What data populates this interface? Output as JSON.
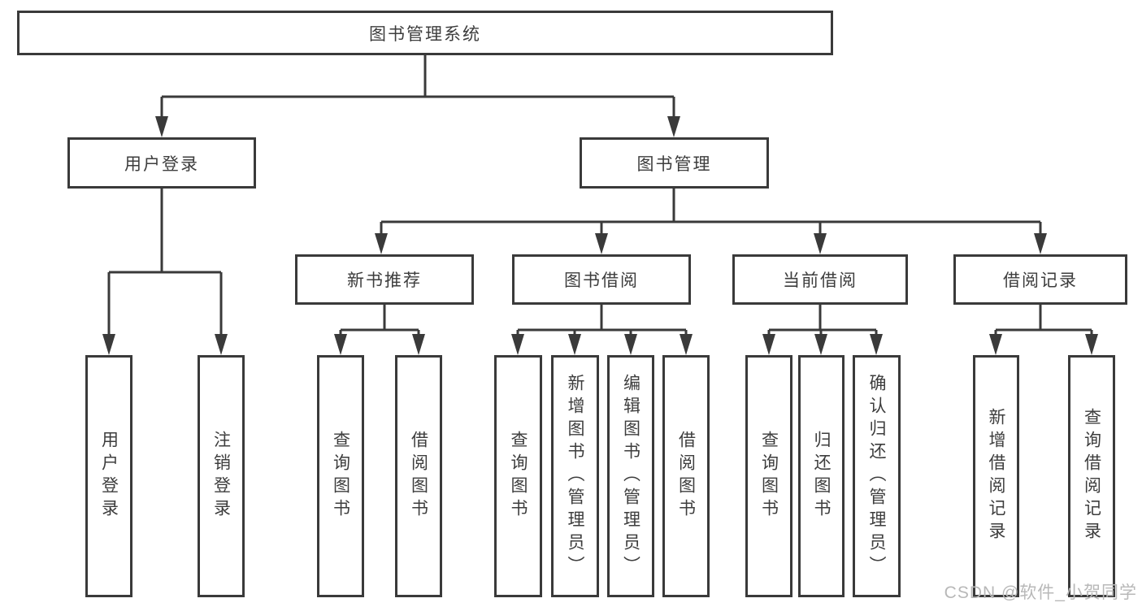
{
  "colors": {
    "line": "#3a3a3a",
    "text": "#3d3d3d",
    "watermark": "#b8b8b8",
    "background": "#ffffff"
  },
  "watermark": "CSDN @软件_小贺同学",
  "nodes": {
    "root": {
      "label": "图书管理系统"
    },
    "user_login": {
      "label": "用户登录"
    },
    "book_mgmt": {
      "label": "图书管理"
    },
    "new_book_rec": {
      "label": "新书推荐"
    },
    "book_borrow": {
      "label": "图书借阅"
    },
    "current_borrow": {
      "label": "当前借阅"
    },
    "borrow_records": {
      "label": "借阅记录"
    },
    "leaf_user_login": {
      "label": "用户登录"
    },
    "leaf_logout": {
      "label": "注销登录"
    },
    "leaf_query_books_rec": {
      "label": "查询图书"
    },
    "leaf_borrow_books_rec": {
      "label": "借阅图书"
    },
    "leaf_query_books_bb": {
      "label": "查询图书"
    },
    "leaf_add_books_admin": {
      "label": "新增图书（管理员）"
    },
    "leaf_edit_books_admin": {
      "label": "编辑图书（管理员）"
    },
    "leaf_borrow_books_bb": {
      "label": "借阅图书"
    },
    "leaf_query_books_cb": {
      "label": "查询图书"
    },
    "leaf_return_books": {
      "label": "归还图书"
    },
    "leaf_confirm_return_admin": {
      "label": "确认归还（管理员）"
    },
    "leaf_add_borrow_record": {
      "label": "新增借阅记录"
    },
    "leaf_query_borrow_record": {
      "label": "查询借阅记录"
    }
  },
  "structure": {
    "图书管理系统": {
      "用户登录": [
        "用户登录",
        "注销登录"
      ],
      "图书管理": {
        "新书推荐": [
          "查询图书",
          "借阅图书"
        ],
        "图书借阅": [
          "查询图书",
          "新增图书（管理员）",
          "编辑图书（管理员）",
          "借阅图书"
        ],
        "当前借阅": [
          "查询图书",
          "归还图书",
          "确认归还（管理员）"
        ],
        "借阅记录": [
          "新增借阅记录",
          "查询借阅记录"
        ]
      }
    }
  }
}
